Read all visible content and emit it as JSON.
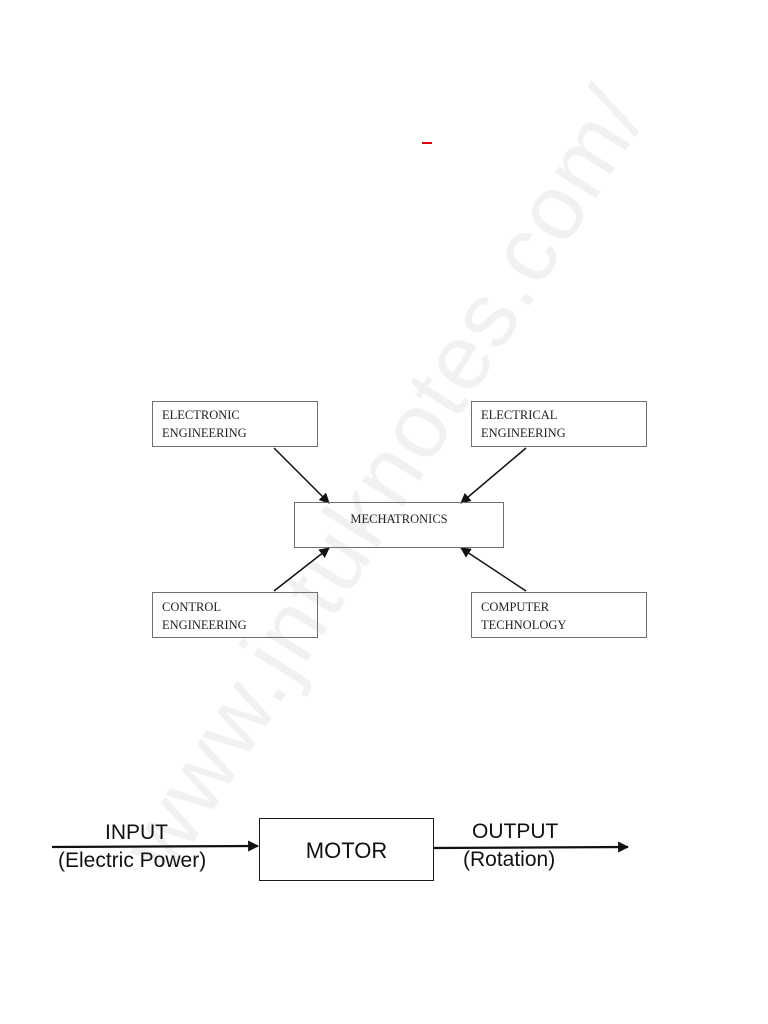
{
  "watermark": "www.jntuknotes.com/",
  "colors": {
    "accent_mark": "#e00000",
    "box_border": "#707070",
    "watermark": "#d9d9d9"
  },
  "mechatronics_diagram": {
    "center": "MECHATRONICS",
    "inputs": [
      {
        "line1": "ELECTRONIC",
        "line2": "ENGINEERING"
      },
      {
        "line1": "ELECTRICAL",
        "line2": "ENGINEERING"
      },
      {
        "line1": "CONTROL",
        "line2": "ENGINEERING"
      },
      {
        "line1": "COMPUTER",
        "line2": "TECHNOLOGY"
      }
    ]
  },
  "motor_diagram": {
    "block": "MOTOR",
    "input_label": "INPUT",
    "input_sub": "(Electric Power)",
    "output_label": "OUTPUT",
    "output_sub": "(Rotation)"
  }
}
